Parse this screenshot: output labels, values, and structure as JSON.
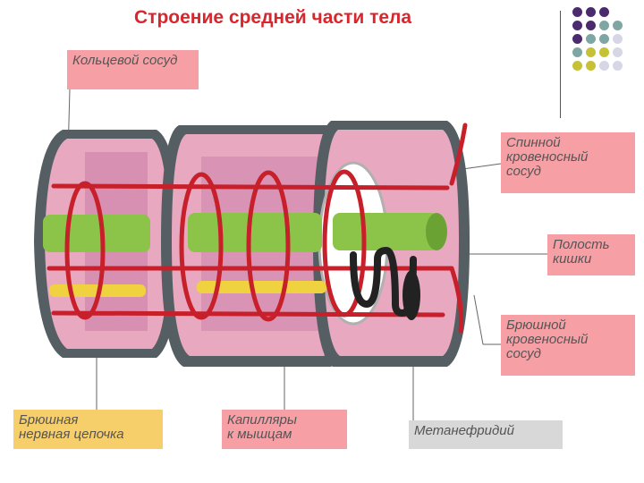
{
  "title": "Строение средней части тела",
  "labels": {
    "ring_vessel": "Кольцевой сосуд",
    "dorsal_vessel_1": "Спинной",
    "dorsal_vessel_2": "кровеносный",
    "dorsal_vessel_3": "сосуд",
    "gut_cavity_1": "Полость",
    "gut_cavity_2": "кишки",
    "ventral_vessel_1": "Брюшной",
    "ventral_vessel_2": "кровеносный",
    "ventral_vessel_3": "сосуд",
    "nerve_cord_1": "Брюшная",
    "nerve_cord_2": "нервная цепочка",
    "capillaries_1": "Капилляры",
    "capillaries_2": "к мышцам",
    "metanephridium": "Метанефридий"
  },
  "colors": {
    "title": "#d9262c",
    "label_pink": "#f6a0a6",
    "label_yellow": "#f7cf6a",
    "label_gray": "#d8d8d8",
    "body_wall": "#555e62",
    "tissue": "#e8a8c0",
    "vessel": "#c8202a",
    "gut": "#8cc44a",
    "nerve": "#f0d240"
  },
  "decor_dot_colors": [
    "#4b2a6e",
    "#4b2a6e",
    "#4b2a6e",
    "#4b2a6e",
    "#4b2a6e",
    "#7fa6a2",
    "#7fa6a2",
    "#4b2a6e",
    "#7fa6a2",
    "#7fa6a2",
    "#d6d6e6",
    "#7fa6a2",
    "#c6c238",
    "#c6c238",
    "#d6d6e6",
    "#c6c238",
    "#c6c238",
    "#d6d6e6",
    "#d6d6e6"
  ]
}
